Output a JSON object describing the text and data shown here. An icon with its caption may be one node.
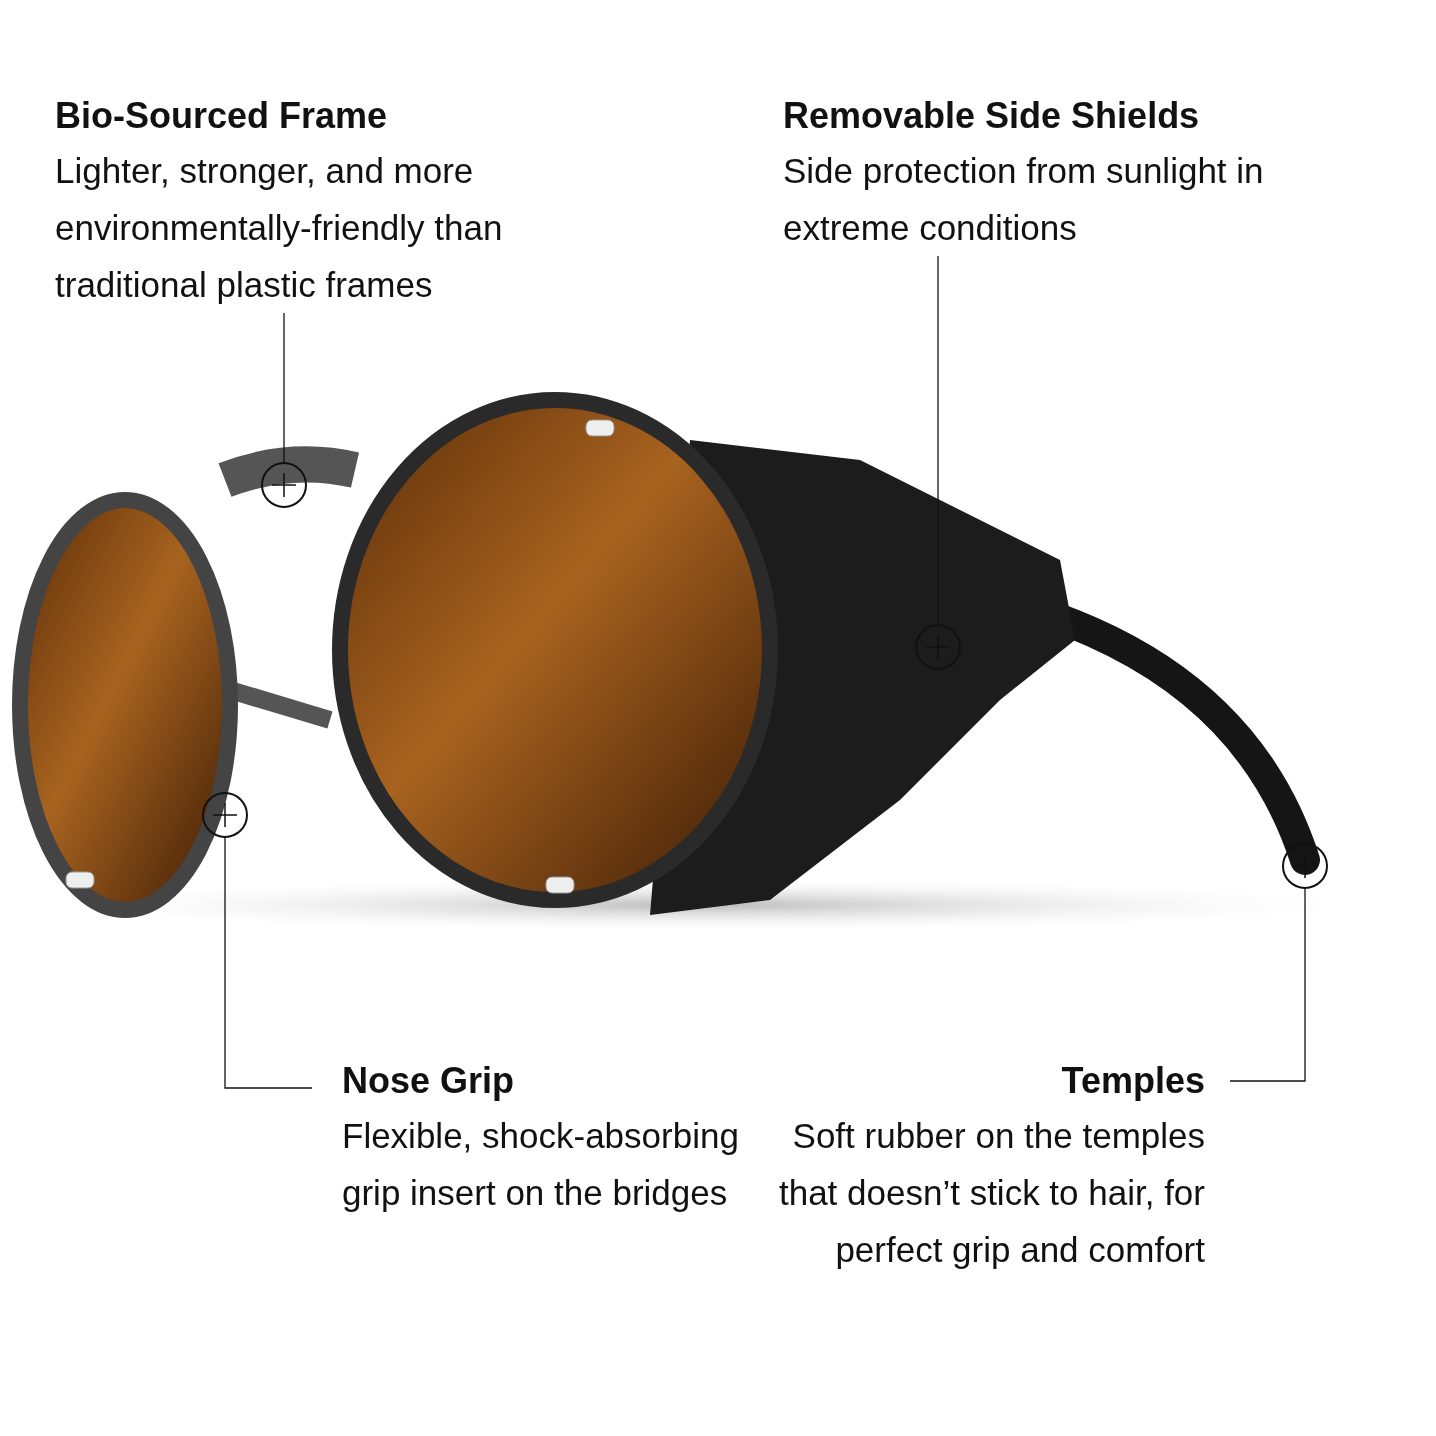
{
  "diagram": {
    "nodes": [
      {
        "text": [
          "Bio-Sourced Frame",
          "Lighter, stronger, and more environmentally-friendly than traditional plastic frames"
        ]
      },
      {
        "text": [
          "Removable Side Shields",
          "Side protection from sunlight in extreme conditions"
        ]
      },
      {
        "text": [
          "Nose Grip",
          "Flexible, shock-absorbing grip insert on the bridges"
        ]
      },
      {
        "text": [
          "Temples",
          "Soft rubber on the temples that doesn’t stick to hair, for perfect grip and comfort"
        ]
      },
      {
        "text": [],
        "shape": "circle"
      },
      {
        "text": [],
        "shape": "circle"
      },
      {
        "text": [],
        "shape": "circle"
      },
      {
        "text": [],
        "shape": "circle"
      }
    ],
    "edges": [
      {
        "from": 0,
        "to": 5,
        "arrow": "none"
      },
      {
        "from": 1,
        "to": 6,
        "arrow": "none"
      },
      {
        "from": 2,
        "to": 4,
        "arrow": "none"
      },
      {
        "from": 3,
        "to": 7,
        "arrow": "none"
      }
    ]
  }
}
